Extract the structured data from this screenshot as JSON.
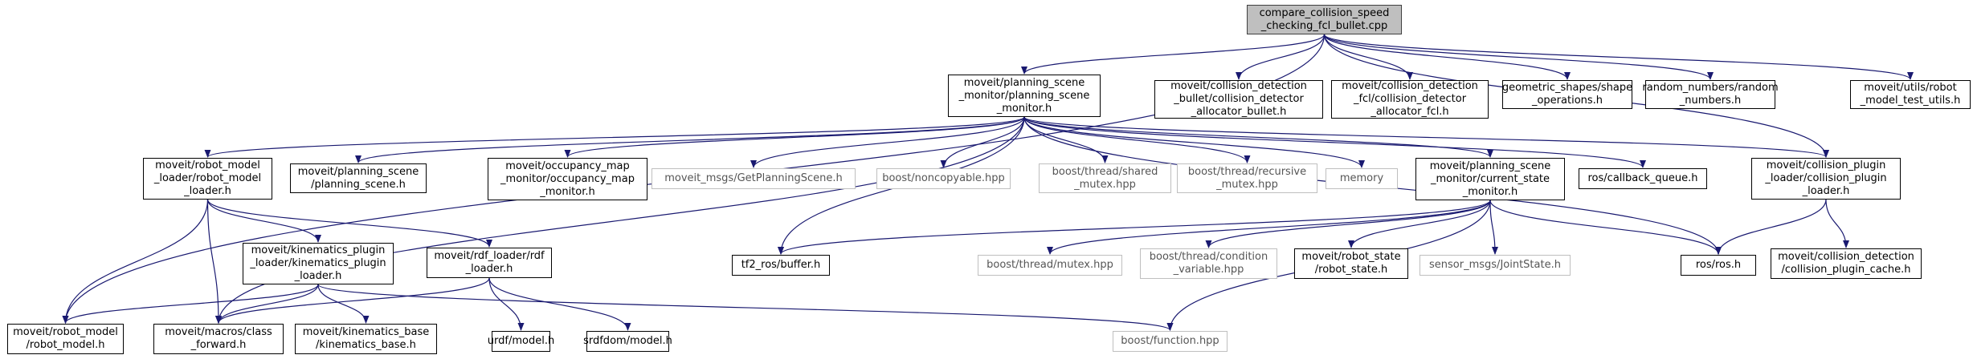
{
  "colors": {
    "edge": "#191970",
    "root_fill": "#bfbfbf",
    "node_border": "#000000",
    "external_border": "#bfbfbf"
  },
  "nodes": [
    {
      "id": "root",
      "lines": [
        "compare_collision_speed",
        "_checking_fcl_bullet.cpp"
      ],
      "kind": "root"
    },
    {
      "id": "psm",
      "lines": [
        "moveit/planning_scene",
        "_monitor/planning_scene",
        "_monitor.h"
      ],
      "kind": "link"
    },
    {
      "id": "cd_bullet",
      "lines": [
        "moveit/collision_detection",
        "_bullet/collision_detector",
        "_allocator_bullet.h"
      ],
      "kind": "link"
    },
    {
      "id": "cd_fcl",
      "lines": [
        "moveit/collision_detection",
        "_fcl/collision_detector",
        "_allocator_fcl.h"
      ],
      "kind": "link"
    },
    {
      "id": "geom",
      "lines": [
        "geometric_shapes/shape",
        "_operations.h"
      ],
      "kind": "link"
    },
    {
      "id": "rand",
      "lines": [
        "random_numbers/random",
        "_numbers.h"
      ],
      "kind": "link"
    },
    {
      "id": "utils",
      "lines": [
        "moveit/utils/robot",
        "_model_test_utils.h"
      ],
      "kind": "link"
    },
    {
      "id": "rml",
      "lines": [
        "moveit/robot_model",
        "_loader/robot_model",
        "_loader.h"
      ],
      "kind": "link"
    },
    {
      "id": "ps",
      "lines": [
        "moveit/planning_scene",
        "/planning_scene.h"
      ],
      "kind": "link"
    },
    {
      "id": "occ",
      "lines": [
        "moveit/occupancy_map",
        "_monitor/occupancy_map",
        "_monitor.h"
      ],
      "kind": "link"
    },
    {
      "id": "gps",
      "lines": [
        "moveit_msgs/GetPlanningScene.h"
      ],
      "kind": "ext"
    },
    {
      "id": "noncopy",
      "lines": [
        "boost/noncopyable.hpp"
      ],
      "kind": "ext"
    },
    {
      "id": "shmutex",
      "lines": [
        "boost/thread/shared",
        "_mutex.hpp"
      ],
      "kind": "ext"
    },
    {
      "id": "recmutex",
      "lines": [
        "boost/thread/recursive",
        "_mutex.hpp"
      ],
      "kind": "ext"
    },
    {
      "id": "memory",
      "lines": [
        "memory"
      ],
      "kind": "ext"
    },
    {
      "id": "csm",
      "lines": [
        "moveit/planning_scene",
        "_monitor/current_state",
        "_monitor.h"
      ],
      "kind": "link"
    },
    {
      "id": "cbq",
      "lines": [
        "ros/callback_queue.h"
      ],
      "kind": "link"
    },
    {
      "id": "cpl",
      "lines": [
        "moveit/collision_plugin",
        "_loader/collision_plugin",
        "_loader.h"
      ],
      "kind": "link"
    },
    {
      "id": "kpl",
      "lines": [
        "moveit/kinematics_plugin",
        "_loader/kinematics_plugin",
        "_loader.h"
      ],
      "kind": "link"
    },
    {
      "id": "rdf",
      "lines": [
        "moveit/rdf_loader/rdf",
        "_loader.h"
      ],
      "kind": "link"
    },
    {
      "id": "tf2",
      "lines": [
        "tf2_ros/buffer.h"
      ],
      "kind": "link"
    },
    {
      "id": "bmutex",
      "lines": [
        "boost/thread/mutex.hpp"
      ],
      "kind": "ext"
    },
    {
      "id": "bcond",
      "lines": [
        "boost/thread/condition",
        "_variable.hpp"
      ],
      "kind": "ext"
    },
    {
      "id": "rstate",
      "lines": [
        "moveit/robot_state",
        "/robot_state.h"
      ],
      "kind": "link"
    },
    {
      "id": "jstate",
      "lines": [
        "sensor_msgs/JointState.h"
      ],
      "kind": "ext"
    },
    {
      "id": "ros",
      "lines": [
        "ros/ros.h"
      ],
      "kind": "link"
    },
    {
      "id": "cpc",
      "lines": [
        "moveit/collision_detection",
        "/collision_plugin_cache.h"
      ],
      "kind": "link"
    },
    {
      "id": "rm",
      "lines": [
        "moveit/robot_model",
        "/robot_model.h"
      ],
      "kind": "link"
    },
    {
      "id": "macros",
      "lines": [
        "moveit/macros/class",
        "_forward.h"
      ],
      "kind": "link"
    },
    {
      "id": "kbase",
      "lines": [
        "moveit/kinematics_base",
        "/kinematics_base.h"
      ],
      "kind": "link"
    },
    {
      "id": "urdf",
      "lines": [
        "urdf/model.h"
      ],
      "kind": "link"
    },
    {
      "id": "srdf",
      "lines": [
        "srdfdom/model.h"
      ],
      "kind": "link"
    },
    {
      "id": "bfunc",
      "lines": [
        "boost/function.hpp"
      ],
      "kind": "ext"
    }
  ],
  "edges": [
    [
      "root",
      "psm"
    ],
    [
      "root",
      "cd_bullet"
    ],
    [
      "root",
      "cd_fcl"
    ],
    [
      "root",
      "geom"
    ],
    [
      "root",
      "rand"
    ],
    [
      "root",
      "utils"
    ],
    [
      "root",
      "rm"
    ],
    [
      "root",
      "cpl"
    ],
    [
      "psm",
      "rml"
    ],
    [
      "psm",
      "ps"
    ],
    [
      "psm",
      "occ"
    ],
    [
      "psm",
      "gps"
    ],
    [
      "psm",
      "noncopy"
    ],
    [
      "psm",
      "shmutex"
    ],
    [
      "psm",
      "recmutex"
    ],
    [
      "psm",
      "memory"
    ],
    [
      "psm",
      "csm"
    ],
    [
      "psm",
      "cbq"
    ],
    [
      "psm",
      "cpl"
    ],
    [
      "psm",
      "tf2"
    ],
    [
      "psm",
      "macros"
    ],
    [
      "psm",
      "ros"
    ],
    [
      "rml",
      "kpl"
    ],
    [
      "rml",
      "rdf"
    ],
    [
      "rml",
      "rm"
    ],
    [
      "rml",
      "macros"
    ],
    [
      "kpl",
      "rm"
    ],
    [
      "kpl",
      "macros"
    ],
    [
      "kpl",
      "kbase"
    ],
    [
      "kpl",
      "bfunc"
    ],
    [
      "rdf",
      "urdf"
    ],
    [
      "rdf",
      "srdf"
    ],
    [
      "rdf",
      "macros"
    ],
    [
      "csm",
      "tf2"
    ],
    [
      "csm",
      "bmutex"
    ],
    [
      "csm",
      "bcond"
    ],
    [
      "csm",
      "rstate"
    ],
    [
      "csm",
      "jstate"
    ],
    [
      "csm",
      "ros"
    ],
    [
      "csm",
      "bfunc"
    ],
    [
      "cpl",
      "ros"
    ],
    [
      "cpl",
      "cpc"
    ]
  ]
}
